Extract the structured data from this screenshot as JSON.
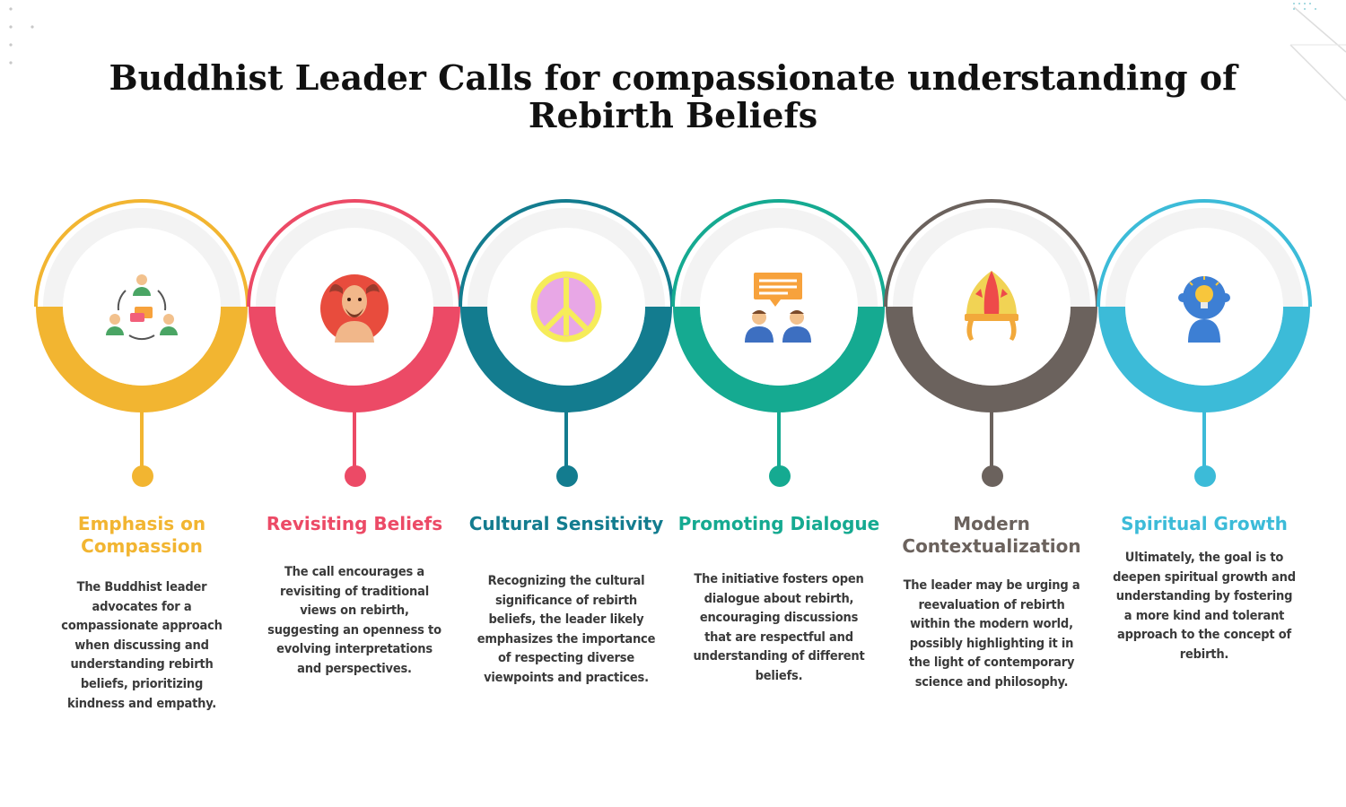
{
  "title": "Buddhist Leader Calls for compassionate understanding of Rebirth Beliefs",
  "steps": [
    {
      "title": "Emphasis on Compassion",
      "description": "The Buddhist leader advocates for a compassionate approach when discussing and understanding rebirth beliefs, prioritizing kindness and empathy.",
      "color": "#F2B531",
      "icon": "community-chat-icon"
    },
    {
      "title": "Revisiting Beliefs",
      "description": "The call encourages a revisiting of traditional views on rebirth, suggesting an openness to evolving interpretations and perspectives.",
      "color": "#EC4A66",
      "icon": "demon-face-icon"
    },
    {
      "title": "Cultural Sensitivity",
      "description": "Recognizing the cultural significance of rebirth beliefs, the leader likely emphasizes the importance of respecting diverse viewpoints and practices.",
      "color": "#137C8F",
      "icon": "peace-symbol-icon"
    },
    {
      "title": "Promoting Dialogue",
      "description": "The initiative fosters open dialogue about rebirth, encouraging discussions that are respectful and understanding of different beliefs.",
      "color": "#15AA91",
      "icon": "dialogue-people-icon"
    },
    {
      "title": "Modern Contextualization",
      "description": "The leader may be urging a reevaluation of rebirth within the modern world, possibly highlighting it in the light of contemporary science and philosophy.",
      "color": "#6B625D",
      "icon": "mitre-helmet-icon"
    },
    {
      "title": "Spiritual Growth",
      "description": "Ultimately, the goal is to deepen spiritual growth and understanding by fostering a more kind and tolerant approach to the concept of rebirth.",
      "color": "#3CBBD8",
      "icon": "idea-head-icon"
    }
  ]
}
